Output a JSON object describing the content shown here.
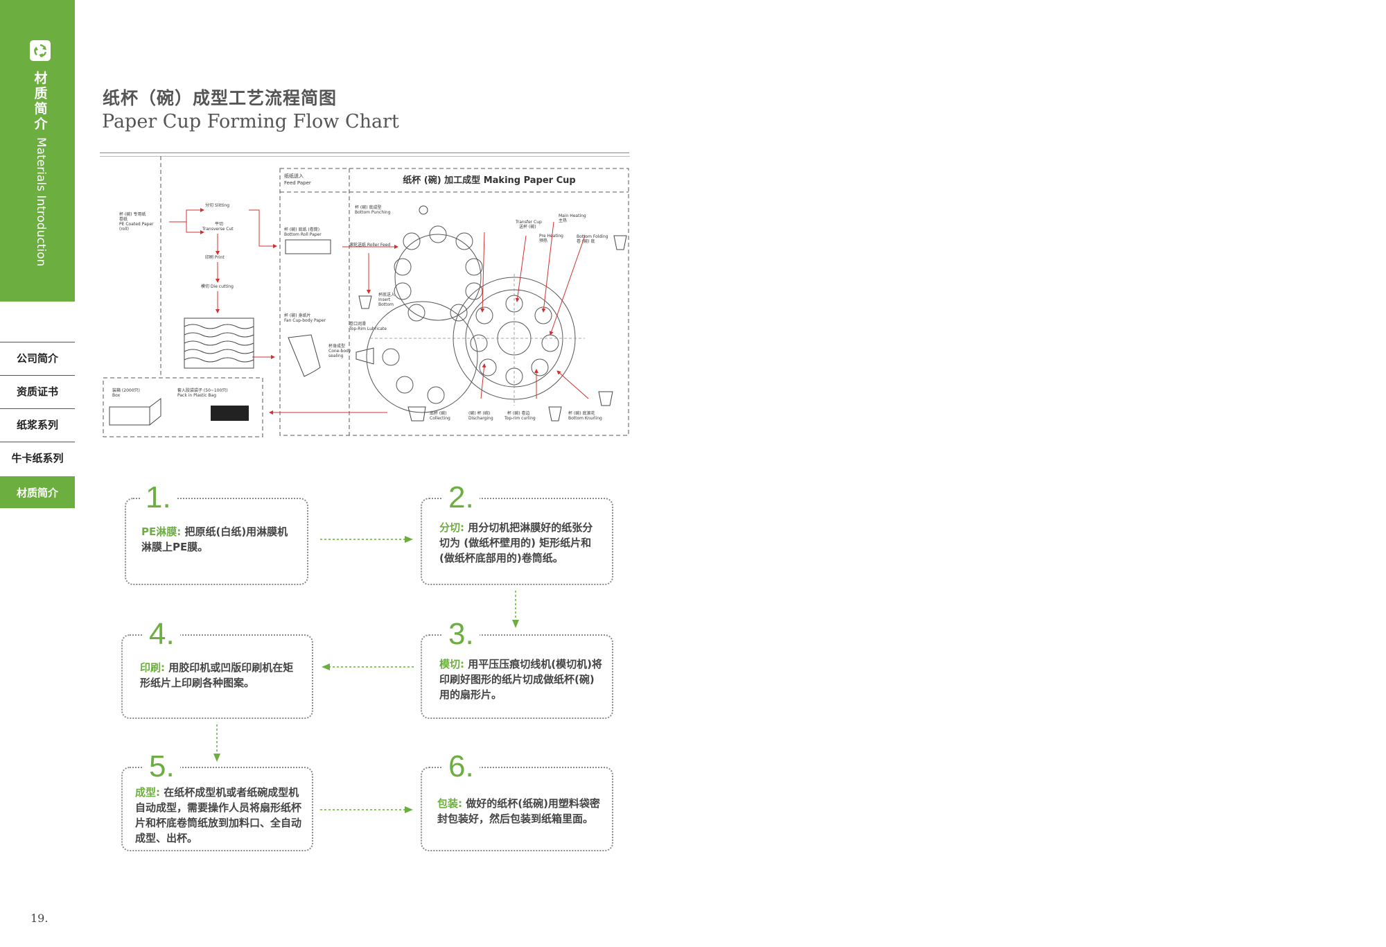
{
  "sidebar": {
    "title_cn": "材质简介",
    "title_en": "Materials Introduction",
    "logo_icon": "recycle-icon",
    "items": [
      {
        "label": "公司简介",
        "active": false
      },
      {
        "label": "资质证书",
        "active": false
      },
      {
        "label": "纸浆系列",
        "active": false
      },
      {
        "label": "牛卡纸系列",
        "active": false
      },
      {
        "label": "材质简介",
        "active": true
      }
    ],
    "accent_color": "#6cae3f"
  },
  "page": {
    "title_cn": "纸杯（碗）成型工艺流程简图",
    "title_en": "Paper Cup Forming Flow Chart",
    "number": "19."
  },
  "diagram": {
    "header_feed": [
      "纸纸送入",
      "Feed Paper"
    ],
    "header_making": "纸杯 (碗) 加工成型  Making Paper Cup",
    "labels": {
      "pe_paper": [
        "杯 (碗) 专用纸",
        "卷纸",
        "PE Coated Paper",
        "(roll)"
      ],
      "slitting": "分切 Slitting",
      "transverse": [
        "平切",
        "Transverse Cut"
      ],
      "print": "印刷 Print",
      "die_cutting": "模切 Die cutting",
      "bottom_punching": [
        "杯 (碗) 底成型",
        "Bottom Punching"
      ],
      "bottom_roll": [
        "杯 (碗) 底纸 (卷筒)",
        "Bottom Roll Paper"
      ],
      "roller_feed": "滚轮送纸 Roller Feed",
      "insert_bottom": [
        "杯底送入",
        "Insert",
        "Bottom"
      ],
      "fan_body": [
        "杯 (碗) 身纸片",
        "Fan Cup-body Paper"
      ],
      "top_rim_lubricate": [
        "卷口润滑",
        "Top-Rim Lubricate"
      ],
      "cone_sealing": [
        "杯身成型",
        "Cone-body",
        "sealing"
      ],
      "transfer_cup": [
        "Transfer Cup",
        "送杯 (碗)"
      ],
      "main_heating": [
        "Main Heating",
        "主热"
      ],
      "pre_heating": [
        "Pre Heating",
        "预热"
      ],
      "bottom_folding": [
        "Bottom Folding",
        "卷 (碗) 底"
      ],
      "box": [
        "装箱 (2000只)",
        "Box"
      ],
      "pack_bag": [
        "套入胶袋袋子 (50~100只)",
        "Pack in Plastic Bag"
      ],
      "collecting": [
        "出杯 (碗)",
        "Collecting"
      ],
      "discharging": [
        "(碗) 杯 (碗)",
        "Discharging"
      ],
      "top_rim_curling": [
        "杯 (碗) 卷边",
        "Top-rim curling"
      ],
      "bottom_knurling": [
        "杯 (碗) 底滚花",
        "Bottom Knurling"
      ]
    }
  },
  "steps": [
    {
      "num": "1.",
      "keyword": "PE淋膜:",
      "text": " 把原纸(白纸)用淋膜机淋膜上PE膜。"
    },
    {
      "num": "2.",
      "keyword": "分切:",
      "text": " 用分切机把淋膜好的纸张分切为 (做纸杯壁用的) 矩形纸片和(做纸杯底部用的)卷筒纸。"
    },
    {
      "num": "3.",
      "keyword": "模切:",
      "text": " 用平压压痕切线机(模切机)将印刷好图形的纸片切成做纸杯(碗)用的扇形片。"
    },
    {
      "num": "4.",
      "keyword": "印刷:",
      "text": " 用胶印机或凹版印刷机在矩形纸片上印刷各种图案。"
    },
    {
      "num": "5.",
      "keyword": "成型:",
      "text": "  在纸杯成型机或者纸碗成型机自动成型，需要操作人员将扇形纸杯片和杯底卷筒纸放到加料口、全自动成型、出杯。"
    },
    {
      "num": "6.",
      "keyword": "包装:",
      "text": " 做好的纸杯(纸碗)用塑料袋密封包装好，然后包装到纸箱里面。"
    }
  ]
}
